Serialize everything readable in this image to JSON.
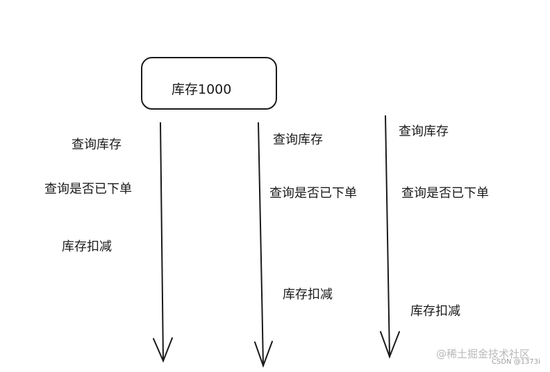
{
  "box": {
    "label": "库存1000"
  },
  "columns": [
    {
      "query_stock": "查询库存",
      "check_order": "查询是否已下单",
      "deduct": "库存扣减"
    },
    {
      "query_stock": "查询库存",
      "check_order": "查询是否已下单",
      "deduct": "库存扣减"
    },
    {
      "query_stock": "查询库存",
      "check_order": "查询是否已下单",
      "deduct": "库存扣减"
    }
  ],
  "watermark": {
    "brand": "@稀土掘金技术社区",
    "credit": "CSDN @1373i"
  }
}
